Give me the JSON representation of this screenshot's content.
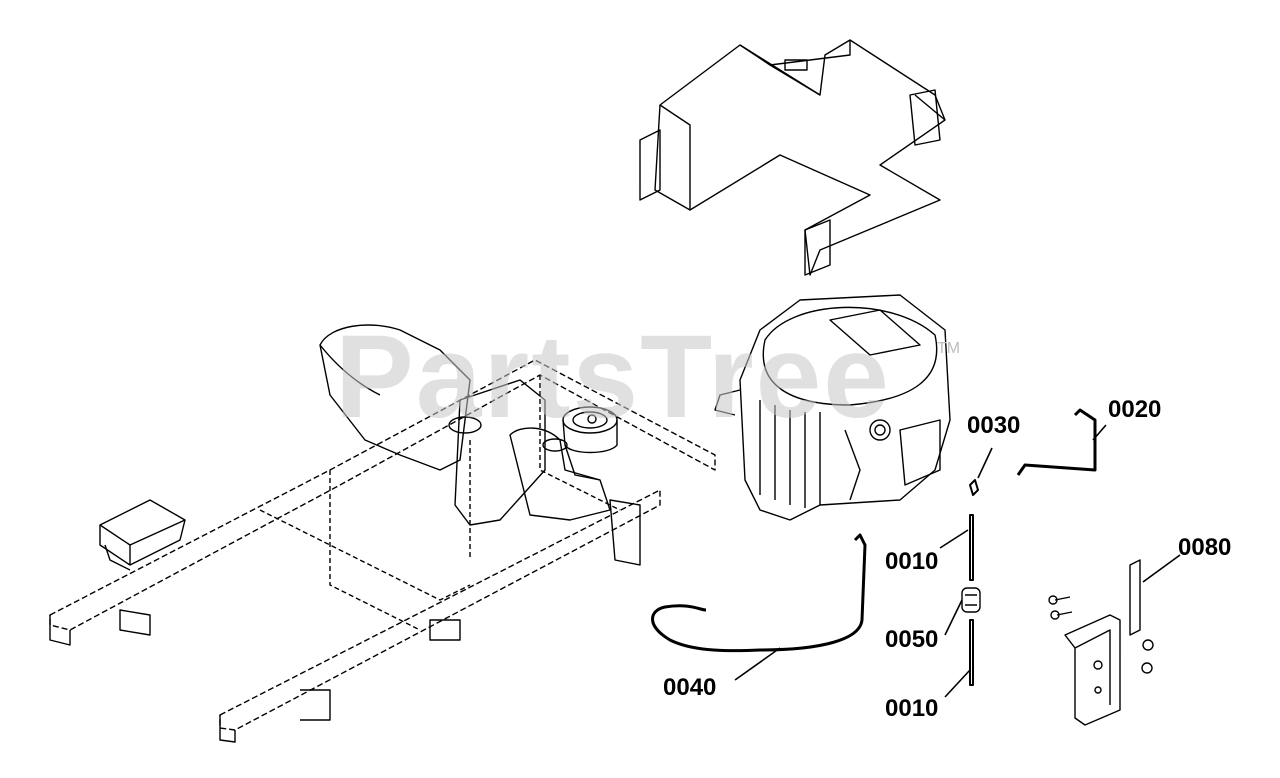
{
  "watermark": {
    "text": "PartsTree",
    "mark": "TM"
  },
  "callouts": [
    {
      "id": "0010",
      "label": "0010"
    },
    {
      "id": "0010b",
      "label": "0010"
    },
    {
      "id": "0020",
      "label": "0020"
    },
    {
      "id": "0030",
      "label": "0030"
    },
    {
      "id": "0040",
      "label": "0040"
    },
    {
      "id": "0050",
      "label": "0050"
    },
    {
      "id": "0080",
      "label": "0080"
    }
  ],
  "colors": {
    "line": "#000000",
    "watermark": "#c8c8c8",
    "background": "#ffffff"
  },
  "parts_icons": [
    "frame-icon",
    "fuel-tank-icon",
    "engine-icon",
    "heat-shield-icon",
    "fuel-line-icon",
    "fuel-filter-icon",
    "bracket-icon"
  ]
}
